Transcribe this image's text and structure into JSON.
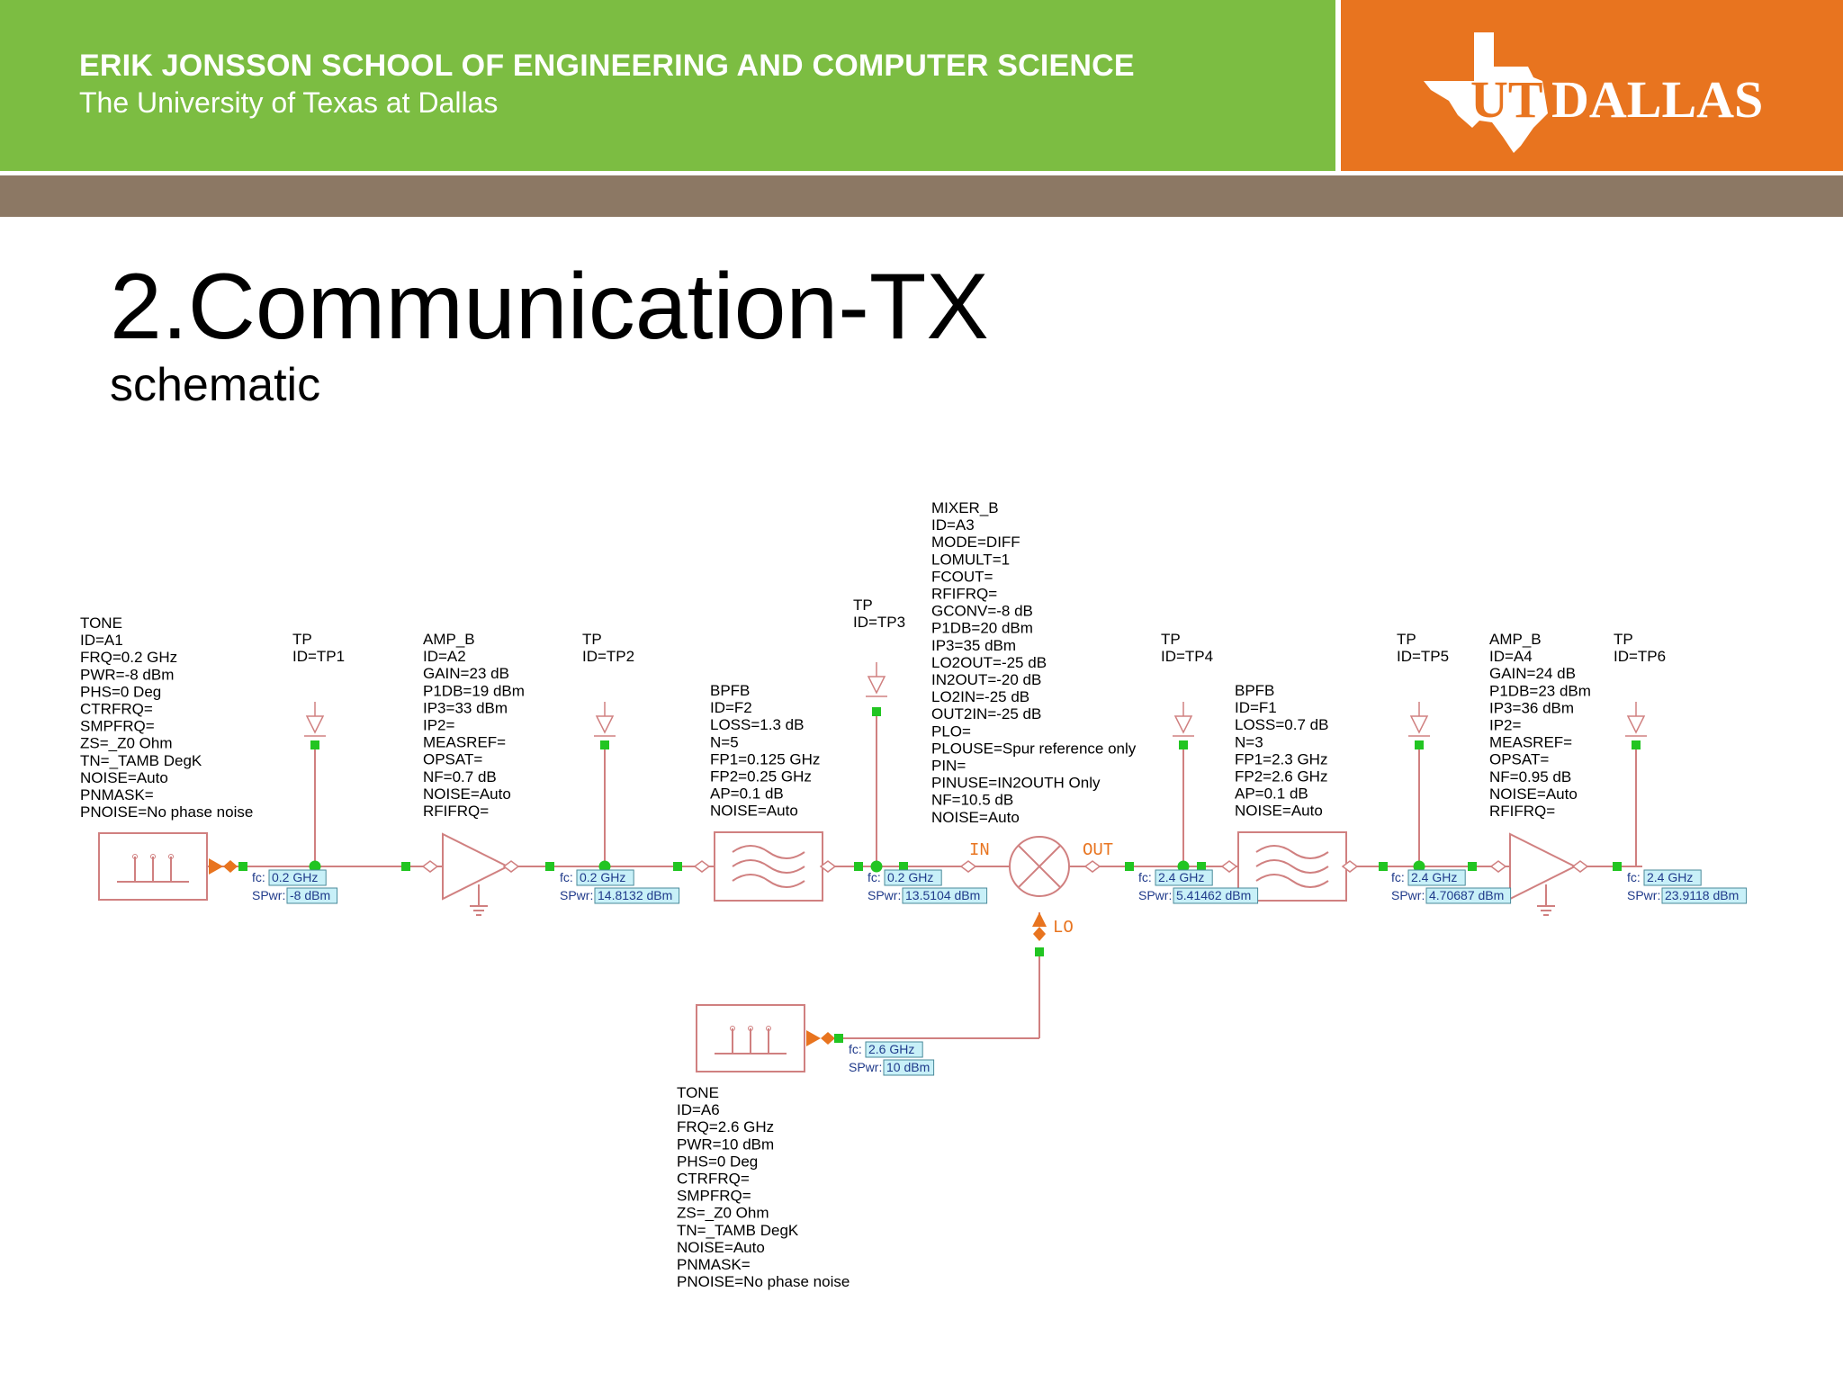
{
  "header": {
    "school": "ERIK JONSSON SCHOOL OF ENGINEERING AND COMPUTER SCIENCE",
    "university": "The University of Texas at Dallas",
    "logo_text_ut": "UT",
    "logo_text_dallas": "DALLAS"
  },
  "colors": {
    "green": "#7cbd42",
    "orange": "#e8741f",
    "brown": "#8c7864",
    "wire": "#d08080",
    "node": "#22c522",
    "ann_bg": "#c8f0f8"
  },
  "slide": {
    "title": "2.Communication-TX",
    "subtitle": "schematic"
  },
  "blocks": [
    {
      "id": "A1",
      "lines": [
        "TONE",
        "ID=A1",
        "FRQ=0.2 GHz",
        "PWR=-8 dBm",
        "PHS=0 Deg",
        "CTRFRQ=",
        "SMPFRQ=",
        "ZS=_Z0 Ohm",
        "TN=_TAMB DegK",
        "NOISE=Auto",
        "PNMASK=",
        "PNOISE=No phase noise"
      ]
    },
    {
      "id": "TP1",
      "lines": [
        "TP",
        "ID=TP1"
      ]
    },
    {
      "id": "A2",
      "lines": [
        "AMP_B",
        "ID=A2",
        "GAIN=23 dB",
        "P1DB=19 dBm",
        "IP3=33 dBm",
        "IP2=",
        "MEASREF=",
        "OPSAT=",
        "NF=0.7 dB",
        "NOISE=Auto",
        "RFIFRQ="
      ]
    },
    {
      "id": "TP2",
      "lines": [
        "TP",
        "ID=TP2"
      ]
    },
    {
      "id": "F2",
      "lines": [
        "BPFB",
        "ID=F2",
        "LOSS=1.3 dB",
        "N=5",
        "FP1=0.125 GHz",
        "FP2=0.25 GHz",
        "AP=0.1 dB",
        "NOISE=Auto"
      ]
    },
    {
      "id": "TP3",
      "lines": [
        "TP",
        "ID=TP3"
      ]
    },
    {
      "id": "A3",
      "lines": [
        "MIXER_B",
        "ID=A3",
        "MODE=DIFF",
        "LOMULT=1",
        "FCOUT=",
        "RFIFRQ=",
        "GCONV=-8 dB",
        "P1DB=20 dBm",
        "IP3=35 dBm",
        "LO2OUT=-25 dB",
        "IN2OUT=-20 dB",
        "LO2IN=-25 dB",
        "OUT2IN=-25 dB",
        "PLO=",
        "PLOUSE=Spur reference only",
        "PIN=",
        "PINUSE=IN2OUTH Only",
        "NF=10.5 dB",
        "NOISE=Auto"
      ]
    },
    {
      "id": "TP4",
      "lines": [
        "TP",
        "ID=TP4"
      ]
    },
    {
      "id": "F1",
      "lines": [
        "BPFB",
        "ID=F1",
        "LOSS=0.7 dB",
        "N=3",
        "FP1=2.3 GHz",
        "FP2=2.6 GHz",
        "AP=0.1 dB",
        "NOISE=Auto"
      ]
    },
    {
      "id": "TP5",
      "lines": [
        "TP",
        "ID=TP5"
      ]
    },
    {
      "id": "A4",
      "lines": [
        "AMP_B",
        "ID=A4",
        "GAIN=24 dB",
        "P1DB=23 dBm",
        "IP3=36 dBm",
        "IP2=",
        "MEASREF=",
        "OPSAT=",
        "NF=0.95 dB",
        "NOISE=Auto",
        "RFIFRQ="
      ]
    },
    {
      "id": "TP6",
      "lines": [
        "TP",
        "ID=TP6"
      ]
    },
    {
      "id": "A6",
      "lines": [
        "TONE",
        "ID=A6",
        "FRQ=2.6 GHz",
        "PWR=10 dBm",
        "PHS=0 Deg",
        "CTRFRQ=",
        "SMPFRQ=",
        "ZS=_Z0 Ohm",
        "TN=_TAMB DegK",
        "NOISE=Auto",
        "PNMASK=",
        "PNOISE=No phase noise"
      ]
    }
  ],
  "mixer_ports": {
    "in": "IN",
    "out": "OUT",
    "lo": "LO"
  },
  "measurements": [
    {
      "node": "A1-out",
      "fc_label": "fc:",
      "fc": "0.2 GHz",
      "spwr_label": "SPwr:",
      "spwr": "-8 dBm"
    },
    {
      "node": "TP2",
      "fc_label": "fc:",
      "fc": "0.2 GHz",
      "spwr_label": "SPwr:",
      "spwr": "14.8132 dBm"
    },
    {
      "node": "TP3",
      "fc_label": "fc:",
      "fc": "0.2 GHz",
      "spwr_label": "SPwr:",
      "spwr": "13.5104 dBm"
    },
    {
      "node": "TP4",
      "fc_label": "fc:",
      "fc": "2.4 GHz",
      "spwr_label": "SPwr:",
      "spwr": "5.41462 dBm"
    },
    {
      "node": "TP5",
      "fc_label": "fc:",
      "fc": "2.4 GHz",
      "spwr_label": "SPwr:",
      "spwr": "4.70687 dBm"
    },
    {
      "node": "TP6",
      "fc_label": "fc:",
      "fc": "2.4 GHz",
      "spwr_label": "SPwr:",
      "spwr": "23.9118 dBm"
    },
    {
      "node": "LO",
      "fc_label": "fc:",
      "fc": "2.6 GHz",
      "spwr_label": "SPwr:",
      "spwr": "10 dBm"
    }
  ]
}
